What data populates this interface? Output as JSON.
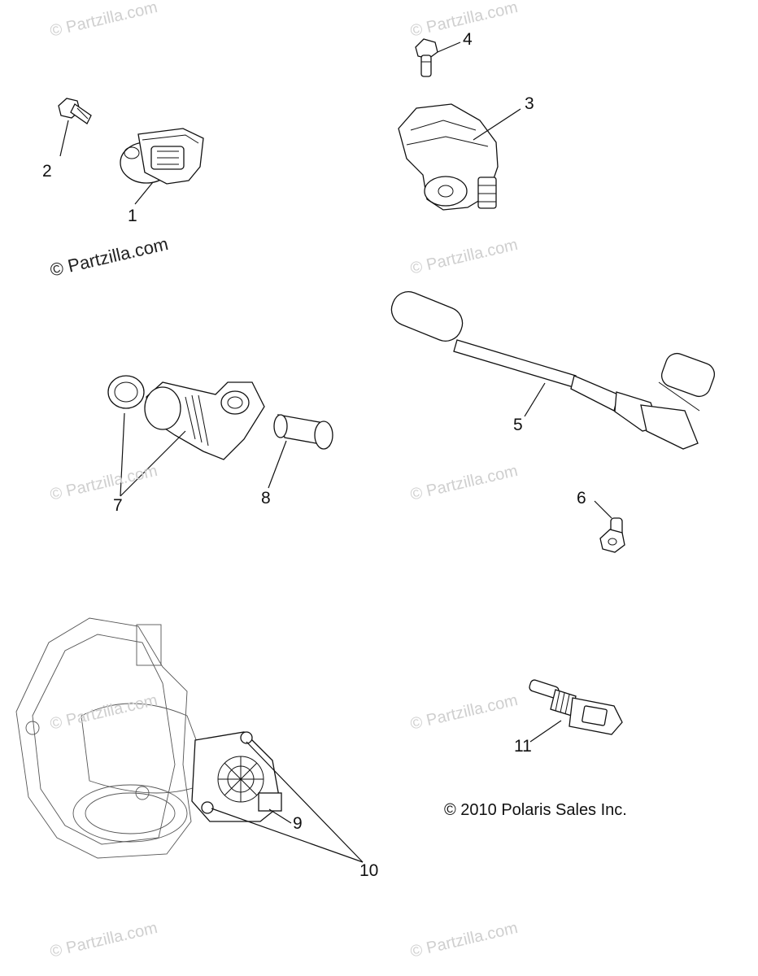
{
  "callouts": {
    "c1": "1",
    "c2": "2",
    "c3": "3",
    "c4": "4",
    "c5": "5",
    "c6": "6",
    "c7": "7",
    "c8": "8",
    "c9": "9",
    "c10": "10",
    "c11": "11"
  },
  "watermark": "© Partzilla.com",
  "copyright": "© 2010 Polaris Sales Inc."
}
